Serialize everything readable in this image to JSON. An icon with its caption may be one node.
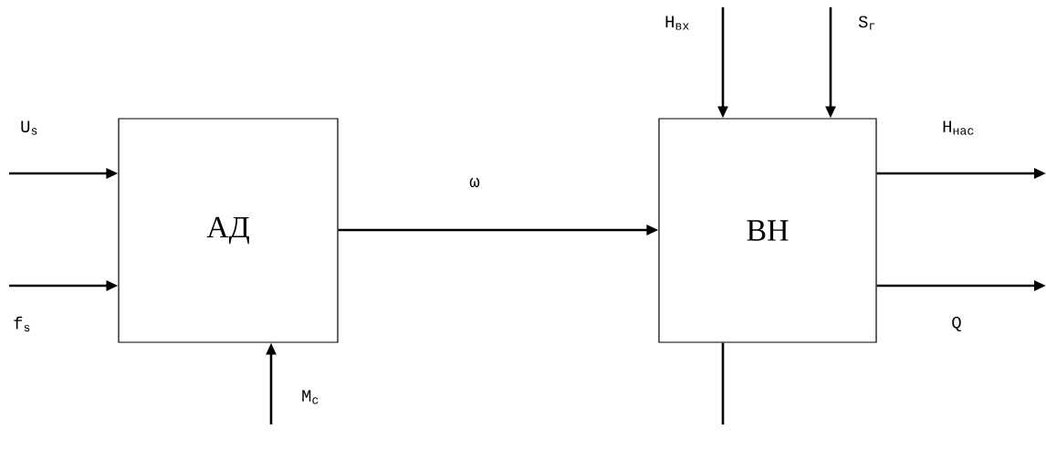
{
  "diagram": {
    "nodes": [
      {
        "text": [
          "АД"
        ]
      },
      {
        "text": [
          "ВН"
        ]
      }
    ],
    "edges": [
      {
        "from": null,
        "to": 0,
        "arrow": "to",
        "label": "U$_{s}$"
      },
      {
        "from": null,
        "to": 0,
        "arrow": "to",
        "label": "f$_{s}$"
      },
      {
        "from": null,
        "to": 0,
        "arrow": "to",
        "label": "M$_{c}$"
      },
      {
        "from": 0,
        "to": 1,
        "arrow": "to",
        "label": "ω"
      },
      {
        "from": null,
        "to": 1,
        "arrow": "to",
        "label": "H$_{вх}$"
      },
      {
        "from": null,
        "to": 1,
        "arrow": "to",
        "label": "S$_{г}$"
      },
      {
        "from": 1,
        "to": null,
        "arrow": "to",
        "label": "H$_{нас}$"
      },
      {
        "from": 1,
        "to": null,
        "arrow": "to",
        "label": "Q"
      },
      {
        "from": 1,
        "to": null,
        "arrow": "none"
      }
    ]
  }
}
